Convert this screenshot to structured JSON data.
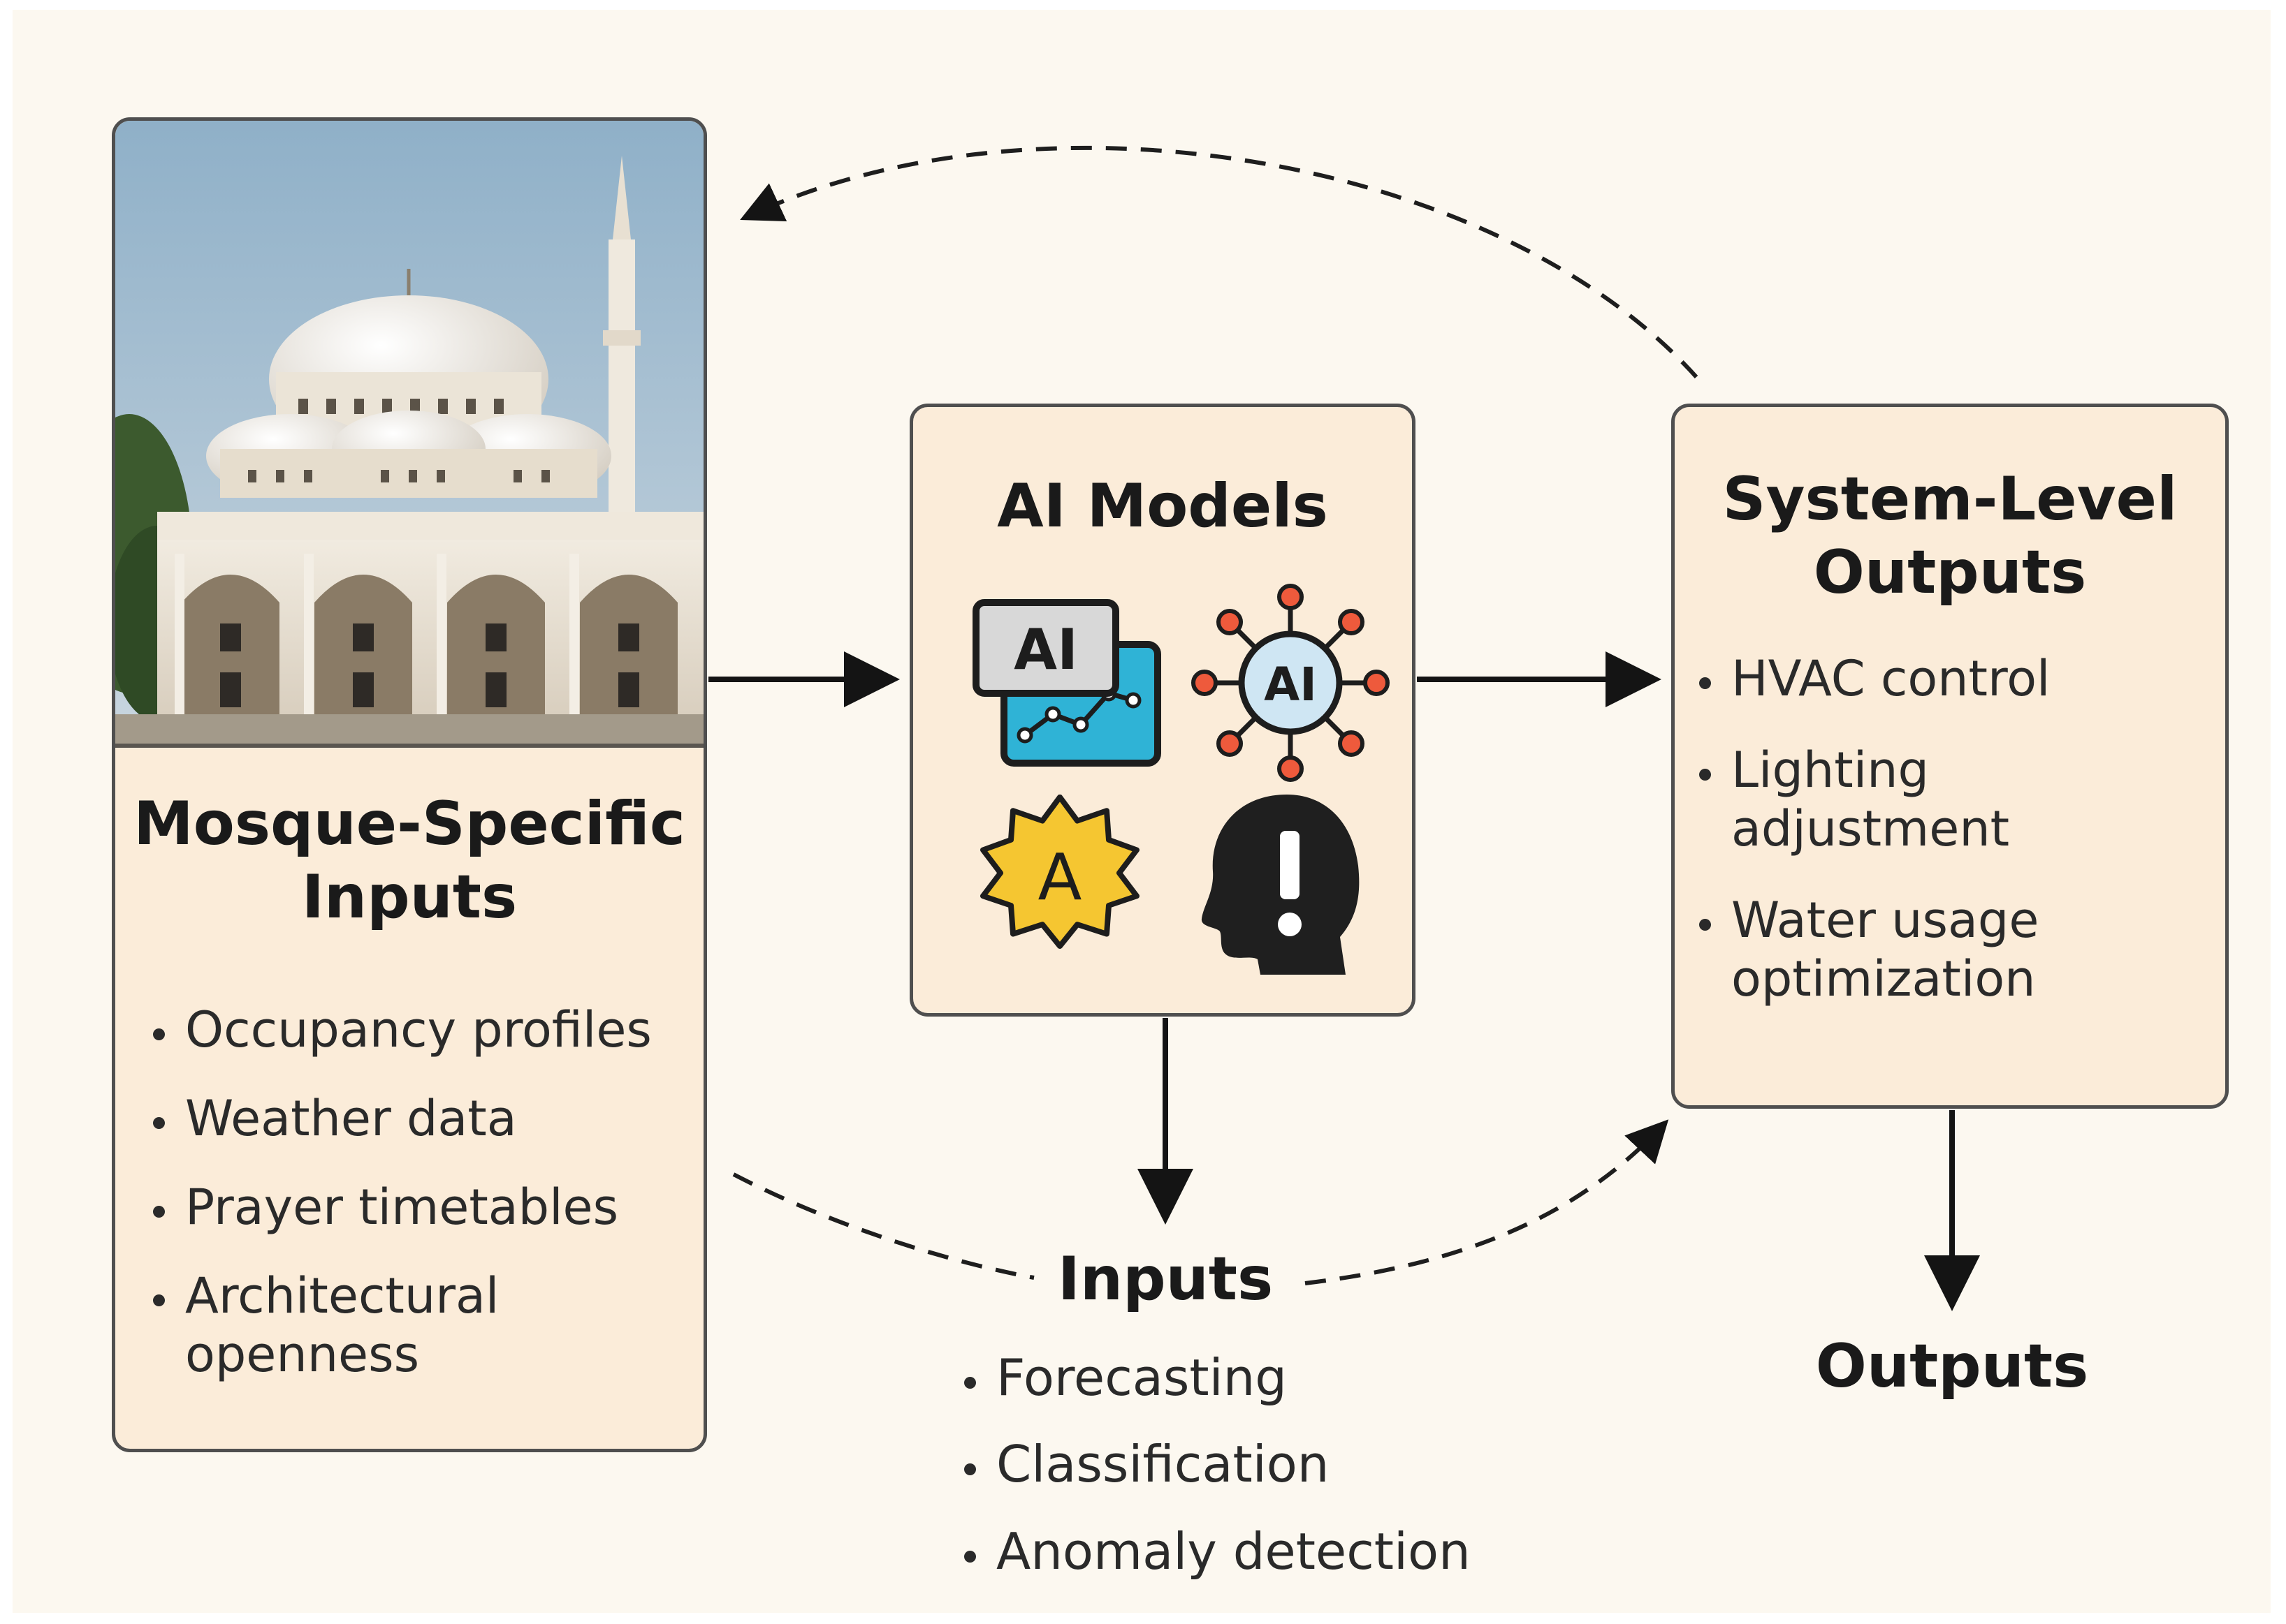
{
  "mosque": {
    "title_line1": "Mosque-Specific",
    "title_line2": "Inputs",
    "items": [
      "Occupancy profiles",
      "Weather data",
      "Prayer timetables",
      "Architectural openness"
    ]
  },
  "ai": {
    "title": "AI Models",
    "icons": [
      "ai-chart-icon",
      "ai-network-icon",
      "ai-badge-icon",
      "head-alert-icon"
    ],
    "icon_labels": {
      "chart": "AI",
      "network": "AI",
      "badge": "A"
    }
  },
  "system": {
    "title_line1": "System-Level",
    "title_line2": "Outputs",
    "items": [
      "HVAC control",
      "Lighting adjustment",
      "Water usage optimization"
    ]
  },
  "io": {
    "inputs_label": "Inputs",
    "items": [
      "Forecasting",
      "Classification",
      "Anomaly detection"
    ],
    "outputs_label": "Outputs"
  }
}
